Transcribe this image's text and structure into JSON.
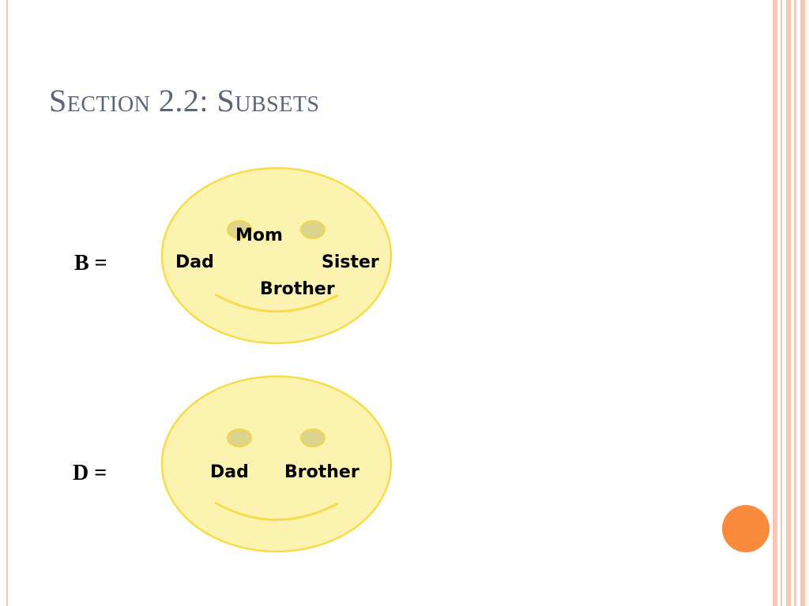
{
  "slide": {
    "title": "Section 2.2: Subsets",
    "colors": {
      "title": "#5a6577",
      "face_fill": "#fdf3b0",
      "face_stroke": "#f5dc4a",
      "eye_fill": "#dcd38c",
      "eye_stroke": "#f0d64a",
      "accent_circle": "#fa8a3c",
      "frame_stripe": "#f9c6b1"
    }
  },
  "sets": [
    {
      "label": "B  =",
      "members": [
        "Mom",
        "Dad",
        "Sister",
        "Brother"
      ]
    },
    {
      "label": "D =",
      "members": [
        "Dad",
        "Brother"
      ]
    }
  ]
}
